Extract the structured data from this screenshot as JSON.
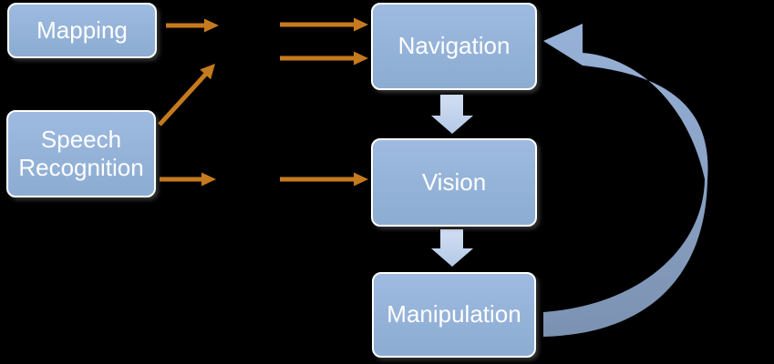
{
  "diagram": {
    "background": "#000000",
    "nodes": [
      {
        "id": "mapping",
        "label": "Mapping"
      },
      {
        "id": "speech-recognition",
        "label": "Speech Recognition"
      },
      {
        "id": "navigation",
        "label": "Navigation"
      },
      {
        "id": "vision",
        "label": "Vision"
      },
      {
        "id": "manipulation",
        "label": "Manipulation"
      }
    ],
    "colors": {
      "node_fill_top": "#9EBAE0",
      "node_fill_bottom": "#8CACD2",
      "node_border": "#FFFFFF",
      "node_text": "#FFFFFF",
      "connector_orange": "#C67A1E",
      "block_arrow_top": "#D2DFF3",
      "block_arrow_bottom": "#B4C8E6",
      "feedback_arrow_top": "#97B1D8",
      "feedback_arrow_bottom": "#7B91B0"
    },
    "connectors": [
      {
        "id": "mapping-out",
        "style": "orange-arrow",
        "from": "mapping",
        "to": "navigation"
      },
      {
        "id": "speech-diagonal-up",
        "style": "orange-arrow",
        "from": "speech-recognition",
        "to": "navigation"
      },
      {
        "id": "speech-out",
        "style": "orange-arrow",
        "from": "speech-recognition",
        "to": "vision"
      },
      {
        "id": "into-navigation-upper",
        "style": "orange-arrow",
        "from": "",
        "to": "navigation"
      },
      {
        "id": "into-navigation-lower",
        "style": "orange-arrow",
        "from": "",
        "to": "navigation"
      },
      {
        "id": "into-vision",
        "style": "orange-arrow",
        "from": "",
        "to": "vision"
      },
      {
        "id": "navigation-to-vision",
        "style": "block-arrow-down",
        "from": "navigation",
        "to": "vision"
      },
      {
        "id": "vision-to-manipulation",
        "style": "block-arrow-down",
        "from": "vision",
        "to": "manipulation"
      },
      {
        "id": "manipulation-to-navigation",
        "style": "curved-feedback-arrow",
        "from": "manipulation",
        "to": "navigation"
      }
    ]
  }
}
